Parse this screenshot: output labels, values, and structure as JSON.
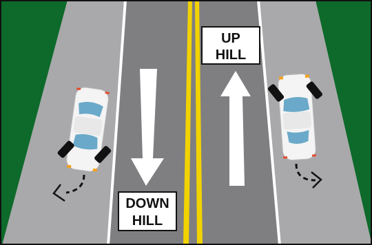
{
  "signs": {
    "downhill": {
      "line1": "DOWN",
      "line2": "HILL"
    },
    "uphill": {
      "line1": "UP",
      "line2": "HILL"
    }
  },
  "colors": {
    "grass": "#0d6a2a",
    "shoulder": "#a9a9ab",
    "road": "#7f7f82",
    "center_line": "#f2d300",
    "lane_line": "#ffffff",
    "car_body": "#f4f4f4",
    "windshield": "#6aa9c9",
    "tire": "#111111"
  },
  "icons": [
    "down-arrow-icon",
    "up-arrow-icon",
    "wheel-turn-arrow-icon"
  ]
}
